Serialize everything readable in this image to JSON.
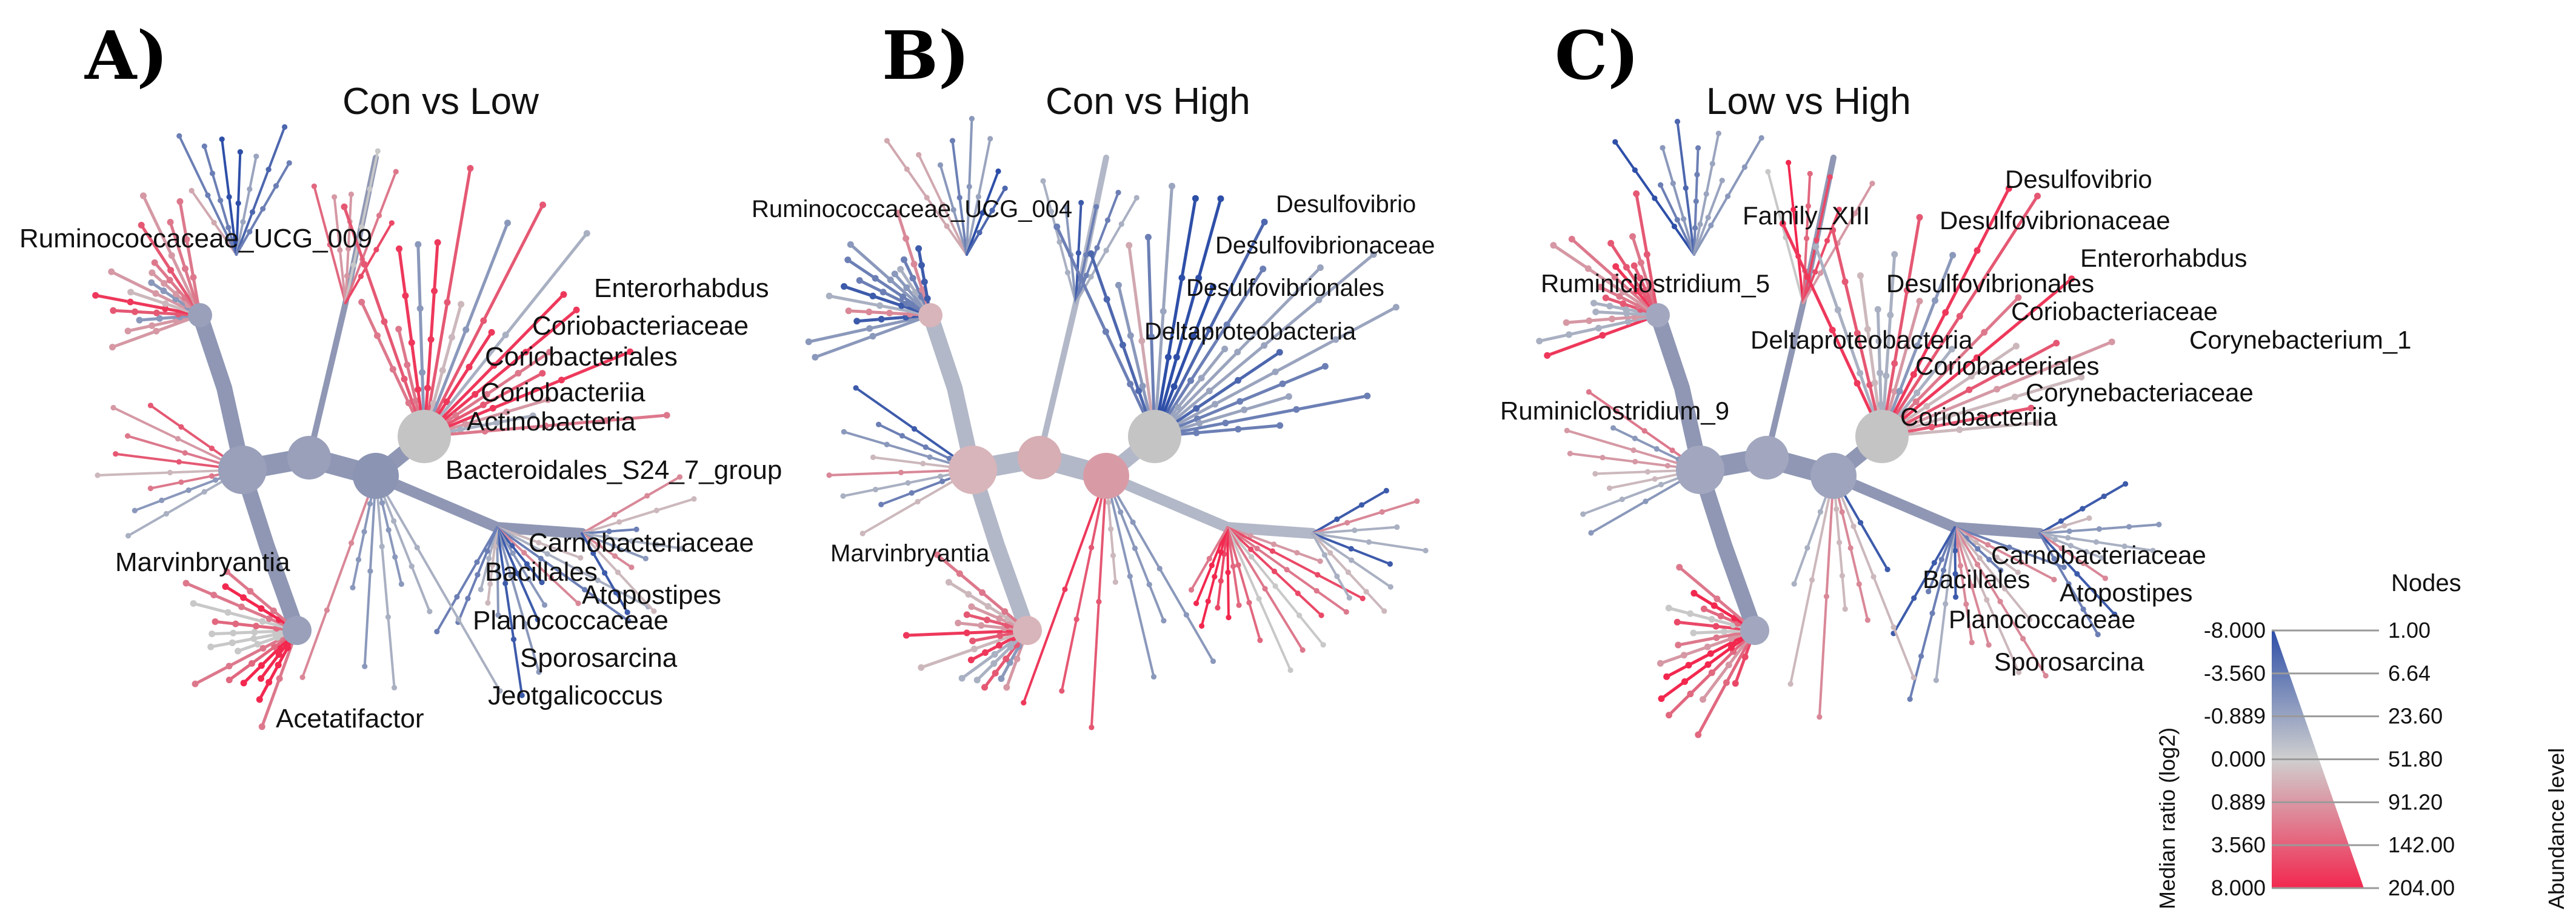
{
  "figure": {
    "panels": [
      {
        "letter": "A)",
        "title": "Con vs Low",
        "labels": [
          "Ruminococcaceae_UCG_009",
          "Enterorhabdus",
          "Coriobacteriaceae",
          "Coriobacteriales",
          "Coriobacteriia",
          "Actinobacteria",
          "Bacteroidales_S24_7_group",
          "Marvinbryantia",
          "Carnobacteriaceae",
          "Bacillales",
          "Atopostipes",
          "Planococcaceae",
          "Sporosarcina",
          "Jeotgalicoccus",
          "Acetatifactor"
        ]
      },
      {
        "letter": "B)",
        "title": "Con vs High",
        "labels": [
          "Ruminococcaceae_UCG_004",
          "Desulfovibrio",
          "Desulfovibrionaceae",
          "Desulfovibrionales",
          "Deltaproteobacteria",
          "Marvinbryantia"
        ]
      },
      {
        "letter": "C)",
        "title": "Low vs High",
        "labels": [
          "Desulfovibrio",
          "Family_XIII",
          "Desulfovibrionaceae",
          "Enterorhabdus",
          "Ruminiclostridium_5",
          "Desulfovibrionales",
          "Coriobacteriaceae",
          "Deltaproteobacteria",
          "Corynebacterium_1",
          "Coriobacteriales",
          "Corynebacteriaceae",
          "Ruminiclostridium_9",
          "Coriobacteriia",
          "Carnobacteriaceae",
          "Bacillales",
          "Atopostipes",
          "Planococcaceae",
          "Sporosarcina"
        ]
      }
    ]
  },
  "legend": {
    "nodes_label": "Nodes",
    "color_axis_label": "Median ratio (log2)",
    "size_axis_label": "Abundance level",
    "color_ticks": [
      "-8.000",
      "-3.560",
      "-0.889",
      "0.000",
      "0.889",
      "3.560",
      "8.000"
    ],
    "size_ticks": [
      "1.00",
      "6.64",
      "23.60",
      "51.80",
      "91.20",
      "142.00",
      "204.00"
    ]
  },
  "colors": {
    "negative": "#2e4fa8",
    "neutral": "#c8c8c8",
    "positive": "#f2284f",
    "trunk": "#8f97b4"
  }
}
